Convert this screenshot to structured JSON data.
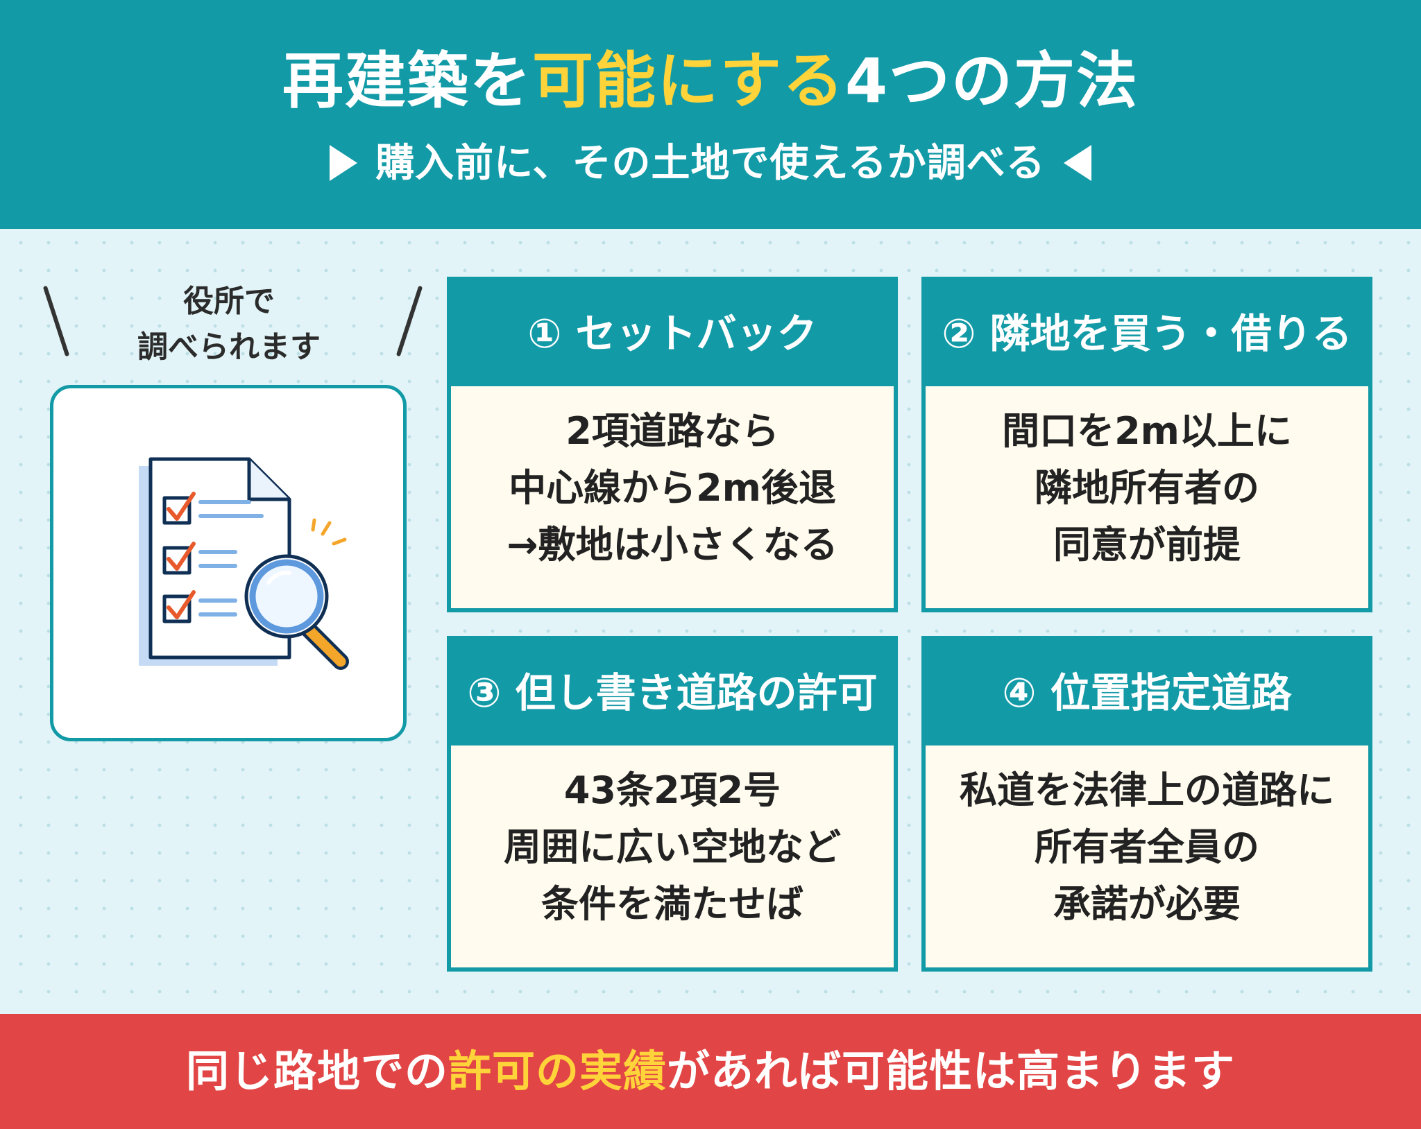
{
  "header": {
    "title_before": "再建築を",
    "title_highlight": "可能にする",
    "title_after": "4つの方法",
    "subtitle": "購入前に、その土地で使えるか調べる"
  },
  "left_panel": {
    "caption_line1": "役所で",
    "caption_line2": "調べられます",
    "icon": "checklist-document-magnifier-icon"
  },
  "cards": [
    {
      "title": "① セットバック",
      "lines": [
        "2項道路なら",
        "中心線から2m後退",
        "→敷地は小さくなる"
      ]
    },
    {
      "title": "② 隣地を買う・借りる",
      "lines": [
        "間口を2m以上に",
        "隣地所有者の",
        "同意が前提"
      ]
    },
    {
      "title": "③ 但し書き道路の許可",
      "lines": [
        "43条2項2号",
        "周囲に広い空地など",
        "条件を満たせば"
      ]
    },
    {
      "title": "④ 位置指定道路",
      "lines": [
        "私道を法律上の道路に",
        "所有者全員の",
        "承諾が必要"
      ]
    }
  ],
  "footer": {
    "text_before": "同じ路地での",
    "text_highlight": "許可の実績",
    "text_after": "があれば可能性は高まります"
  },
  "colors": {
    "teal": "#139aa7",
    "yellow": "#ffd43a",
    "red": "#e24545",
    "card_bg": "#fffcef",
    "page_bg": "#e2f4f7"
  }
}
